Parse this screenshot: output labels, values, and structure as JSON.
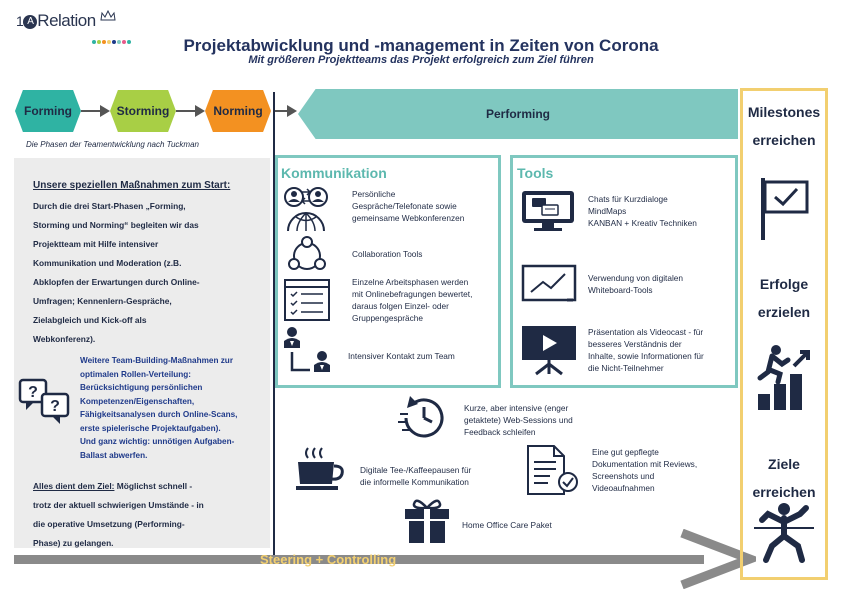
{
  "header": {
    "logo_prefix": "1",
    "logo_circle": "A",
    "logo_name": "Relation",
    "title": "Projektabwicklung und -management in Zeiten von Corona",
    "subtitle": "Mit größeren Projektteams das Projekt erfolgreich zum Ziel führen"
  },
  "phases": {
    "forming": "Forming",
    "storming": "Storming",
    "norming": "Norming",
    "performing": "Performing",
    "caption": "Die Phasen der Teamentwicklung nach Tuckman"
  },
  "colors": {
    "forming": "#2fb3a3",
    "storming": "#a8cf45",
    "norming": "#f39121",
    "performing": "#7fc8c0",
    "navy": "#1f2a44",
    "gold": "#f2cf70"
  },
  "left": {
    "heading": "Unsere speziellen Maßnahmen zum Start:",
    "lines": [
      "Durch die drei Start-Phasen „Forming,",
      "Storming und Norming“ begleiten wir das",
      "Projektteam mit Hilfe intensiver",
      "Kommunikation und Moderation (z.B.",
      "Abklopfen der Erwartungen durch Online-",
      "Umfragen; Kennenlern-Gespräche,",
      "Zielabgleich und Kick-off als",
      "Webkonferenz)."
    ],
    "blue_lines": [
      "Weitere Team-Building-Maßnahmen zur",
      "optimalen Rollen-Verteilung:",
      "Berücksichtigung persönlichen",
      "Kompetenzen/Eigenschaften,",
      "Fähigkeitsanalysen durch Online-Scans,",
      "erste spielerische Projektaufgaben).",
      "Und ganz wichtig: unnötigen Aufgaben-",
      "Ballast abwerfen."
    ],
    "end_underline": "Alles dient dem Ziel:",
    "end_first": " Möglichst schnell -",
    "end_lines": [
      "trotz der aktuell schwierigen Umstände - in",
      "die operative Umsetzung (Performing-",
      "Phase) zu gelangen."
    ]
  },
  "kommunikation": {
    "title": "Kommunikation",
    "item1": [
      "Persönliche",
      "Gespräche/Telefonate sowie",
      "gemeinsame Webkonferenzen"
    ],
    "item2": "Collaboration Tools",
    "item3": [
      "Einzelne Arbeitsphasen werden",
      "mit Onlinebefragungen bewertet,",
      "daraus folgen Einzel- oder",
      "Gruppengespräche"
    ],
    "item4": "Intensiver Kontakt zum Team"
  },
  "tools": {
    "title": "Tools",
    "item1": [
      "Chats für Kurzdialoge",
      "MindMaps",
      "KANBAN + Kreativ Techniken"
    ],
    "item2": [
      "Verwendung von digitalen",
      "Whiteboard-Tools"
    ],
    "item3": [
      "Präsentation als Videocast - für",
      "besseres Verständnis der",
      "Inhalte, sowie Informationen für",
      "die Nicht-Teilnehmer"
    ]
  },
  "bottom": {
    "websessions": [
      "Kurze, aber intensive (enger",
      "getaktete) Web-Sessions und",
      "Feedback schleifen"
    ],
    "coffee": [
      "Digitale Tee-/Kaffeepausen für",
      "die informelle Kommunikation"
    ],
    "docs": [
      "Eine gut gepflegte",
      "Dokumentation mit Reviews,",
      "Screenshots und",
      "Videoaufnahmen"
    ],
    "care": "Home Office Care Paket",
    "steering": "Steering + Controlling"
  },
  "goals": {
    "milestones": [
      "Milestones",
      "erreichen"
    ],
    "erfolge": [
      "Erfolge",
      "erzielen"
    ],
    "ziele": [
      "Ziele",
      "erreichen"
    ]
  },
  "icons": [
    "people-globe-icon",
    "collaboration-circle-icon",
    "survey-form-icon",
    "team-contact-icon",
    "chat-monitor-icon",
    "whiteboard-chart-icon",
    "video-play-icon",
    "clock-refresh-icon",
    "coffee-cup-icon",
    "document-check-icon",
    "gift-box-icon",
    "flag-check-icon",
    "climbing-stairs-icon",
    "finish-runner-icon"
  ]
}
